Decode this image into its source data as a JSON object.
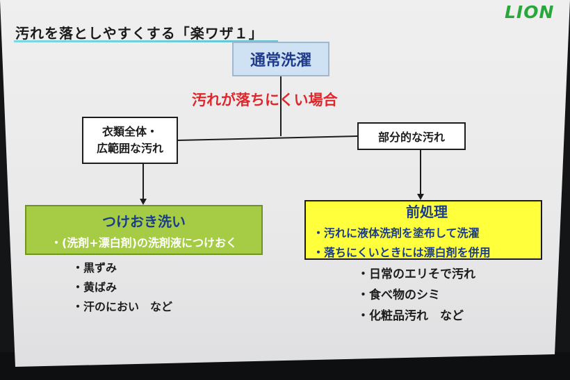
{
  "slide": {
    "title": "汚れを落としやすくする「楽ワザ１」",
    "logo": "LION",
    "top_box": "通常洗濯",
    "branch_label": "汚れが落ちにくい場合",
    "left_branch": {
      "box_lines": [
        "衣類全体・",
        "広範囲な汚れ"
      ],
      "method_title": "つけおき洗い",
      "method_lines": [
        "・(洗剤+漂白剤)の洗剤液につけおく"
      ],
      "examples": [
        "・黒ずみ",
        "・黄ばみ",
        "・汗のにおい　など"
      ]
    },
    "right_branch": {
      "box_label": "部分的な汚れ",
      "method_title": "前処理",
      "method_lines": [
        "・汚れに液体洗剤を塗布して洗濯",
        "・落ちにくいときには漂白剤を併用"
      ],
      "examples": [
        "・日常のエリそで汚れ",
        "・食べ物のシミ",
        "・化粧品汚れ　など"
      ]
    }
  },
  "colors": {
    "title_box_fill": "#cfe2f4",
    "branch_label": "#e0262a",
    "left_method_fill": "#a6cc45",
    "right_method_fill": "#ffff3c",
    "logo": "#2aa73c",
    "heading_text": "#1a3c8c"
  }
}
